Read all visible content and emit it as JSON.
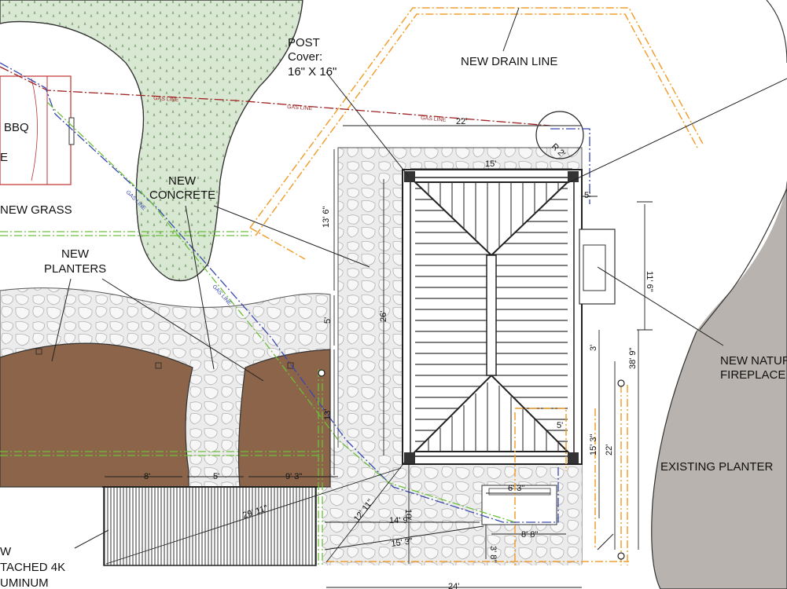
{
  "labels": {
    "post_cover_1": "POST",
    "post_cover_2": "Cover:",
    "post_cover_3": "16\" X 16\"",
    "new_drain_line": "NEW DRAIN LINE",
    "bbq": "BBQ",
    "bbq_e": "E",
    "new_grass": "NEW GRASS",
    "new_concrete_1": "NEW",
    "new_concrete_2": "CONCRETE",
    "new_planters_1": "NEW",
    "new_planters_2": "PLANTERS",
    "fireplace_1": "NEW NATUR",
    "fireplace_2": "FIREPLACE",
    "existing_planter": "EXISTING PLANTER",
    "attached_1": "W",
    "attached_2": "TACHED 4K",
    "attached_3": "UMINUM",
    "gas_line": "GAS LINE",
    "gas_line_22": "22'"
  },
  "dimensions": {
    "d15": "15'",
    "d22": "22'",
    "d5a": "5'",
    "d13_6": "13' 6\"",
    "d26": "26'",
    "d5b": "5'",
    "d13": "13'",
    "d11_6": "11' 6\"",
    "d38_9": "38' 9\"",
    "d3": "3'",
    "d15_3": "15' 3\"",
    "d22b": "22'",
    "d5c": "5'",
    "d8": "8'",
    "d5d": "5'",
    "d9_3": "9' 3\"",
    "d29_11": "29' 11\"",
    "d12_11": "12' 11\"",
    "d14_9": "14' 9\"",
    "d15_3b": "15' 3\"",
    "d10": "10'",
    "d6_3": "6' 3\"",
    "d8_8": "8' 8\"",
    "d3_8": "3' 8\"",
    "d24": "24'",
    "dr2": "R 2'"
  },
  "colors": {
    "grass": "#d9ead3",
    "planter_soil": "#8b6449",
    "existing_planter": "#b7b2ad",
    "stone": "#e9e9e9",
    "drain_line": "#f0a030",
    "gas_line": "#a02020",
    "water_line": "#3848b0",
    "green_line": "#6cbf3a"
  }
}
